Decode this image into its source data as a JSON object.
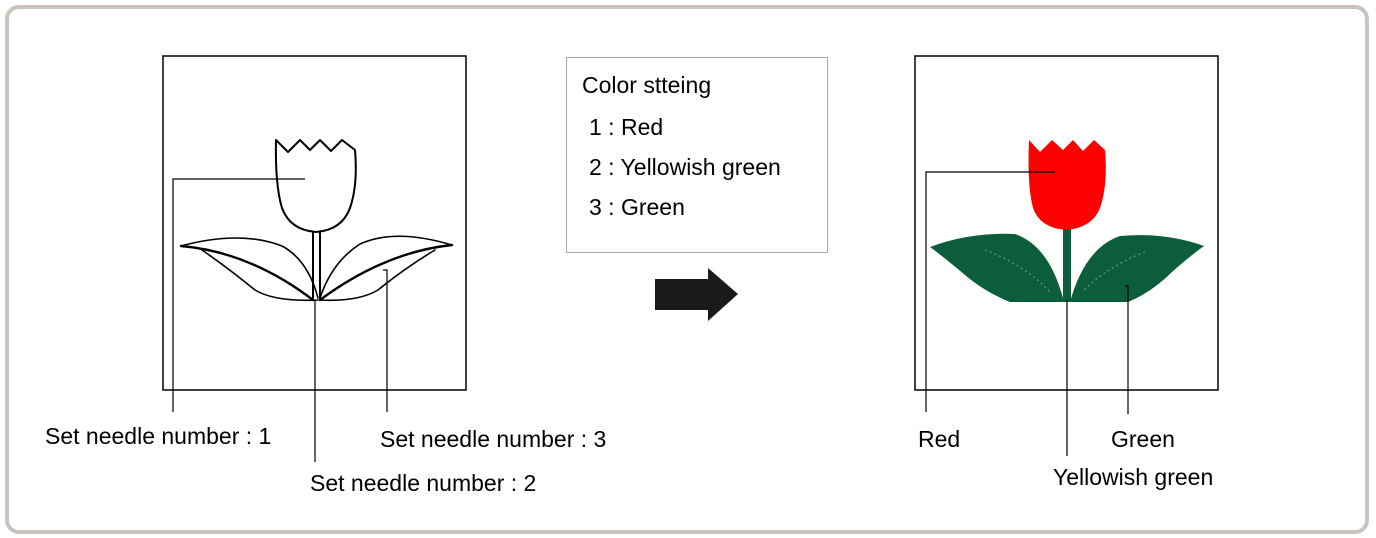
{
  "legend": {
    "title": "Color stteing",
    "items": [
      "1 : Red",
      "2 : Yellowish green",
      "3 : Green"
    ]
  },
  "left_labels": {
    "needle_1": "Set needle number : 1",
    "needle_2": "Set needle number : 2",
    "needle_3": "Set needle number : 3"
  },
  "right_labels": {
    "red": "Red",
    "green": "Green",
    "yellowish_green": "Yellowish green"
  },
  "colors": {
    "petal": "#ff0000",
    "leaf": "#0b5d3c",
    "stem": "#0b5d3c",
    "arrow": "#1a1a1a",
    "frame": "#c9c2bd"
  }
}
